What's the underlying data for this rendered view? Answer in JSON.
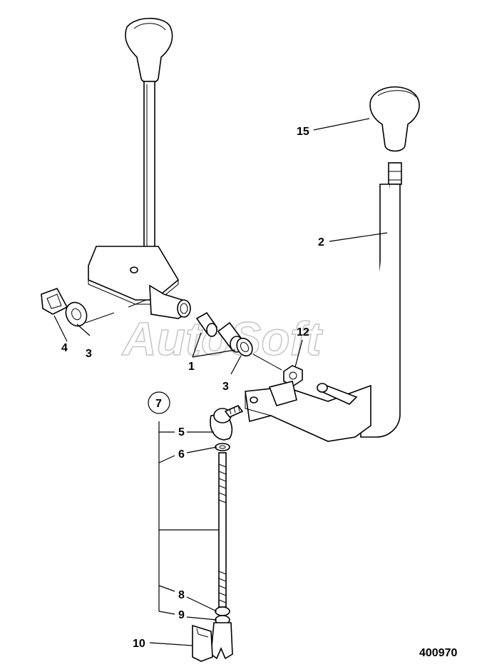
{
  "watermark": "AutoSoft",
  "reference_number": "400970",
  "callouts": {
    "c1": "1",
    "c2": "2",
    "c3a": "3",
    "c3b": "3",
    "c4": "4",
    "c5": "5",
    "c6": "6",
    "c7": "7",
    "c8": "8",
    "c9": "9",
    "c10": "10",
    "c12": "12",
    "c15": "15"
  }
}
